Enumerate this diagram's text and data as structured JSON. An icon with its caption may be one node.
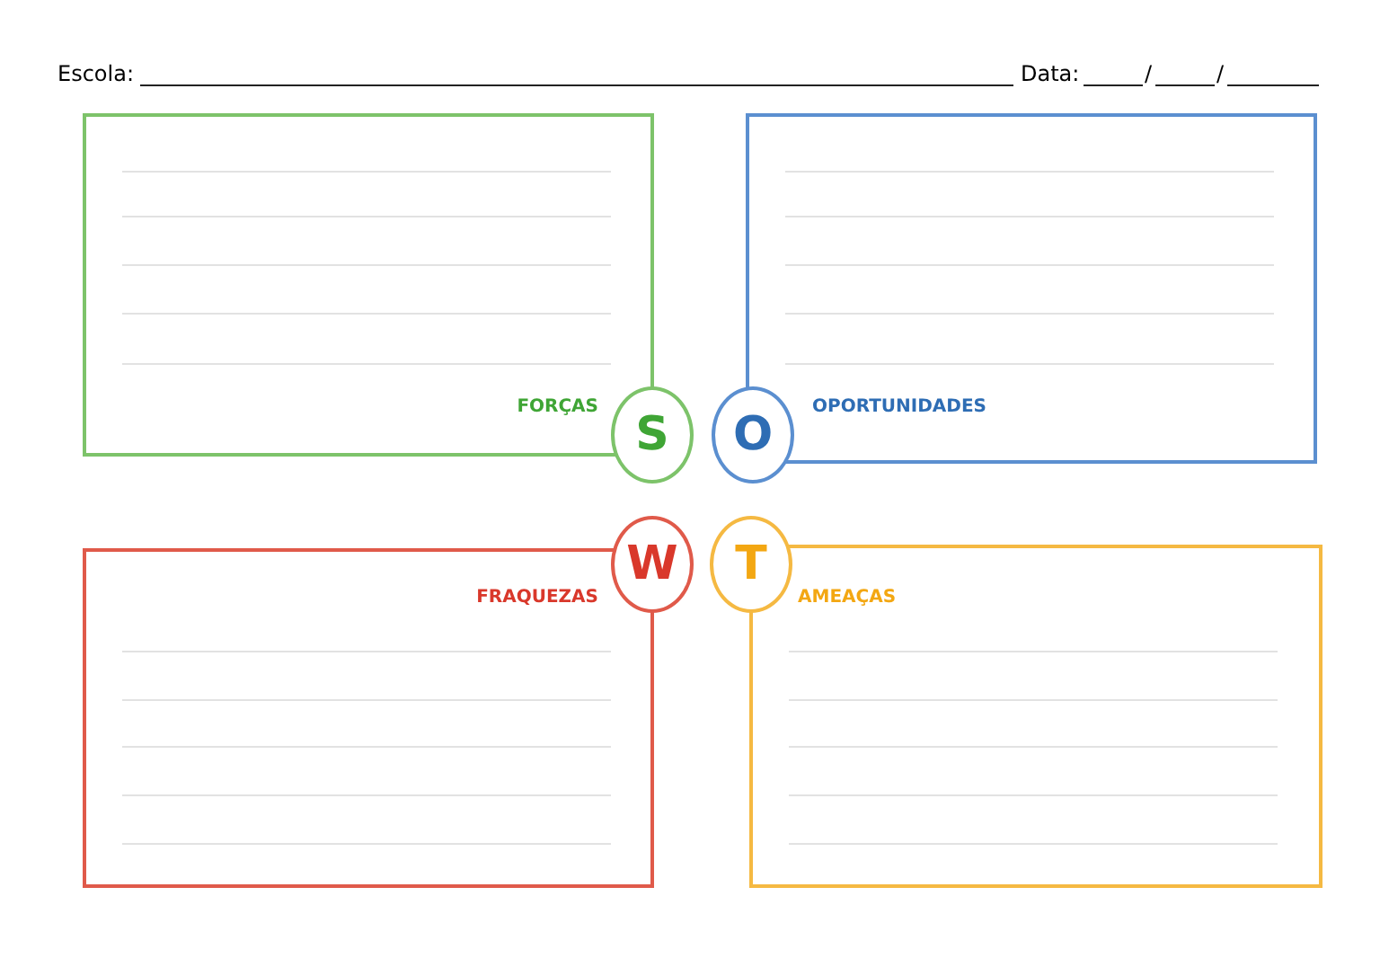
{
  "diagram": {
    "nodes": [
      {
        "text": [
          "FORÇAS"
        ]
      },
      {
        "text": [
          "OPORTUNIDADES"
        ]
      },
      {
        "text": [
          "FRAQUEZAS"
        ]
      },
      {
        "text": [
          "AMEAÇAS"
        ]
      },
      {
        "text": [
          "S"
        ]
      },
      {
        "text": [
          "O"
        ]
      },
      {
        "text": [
          "W"
        ]
      },
      {
        "text": [
          "T"
        ]
      }
    ],
    "labels": [
      "Escola:",
      "Data:",
      "/",
      "/"
    ]
  }
}
